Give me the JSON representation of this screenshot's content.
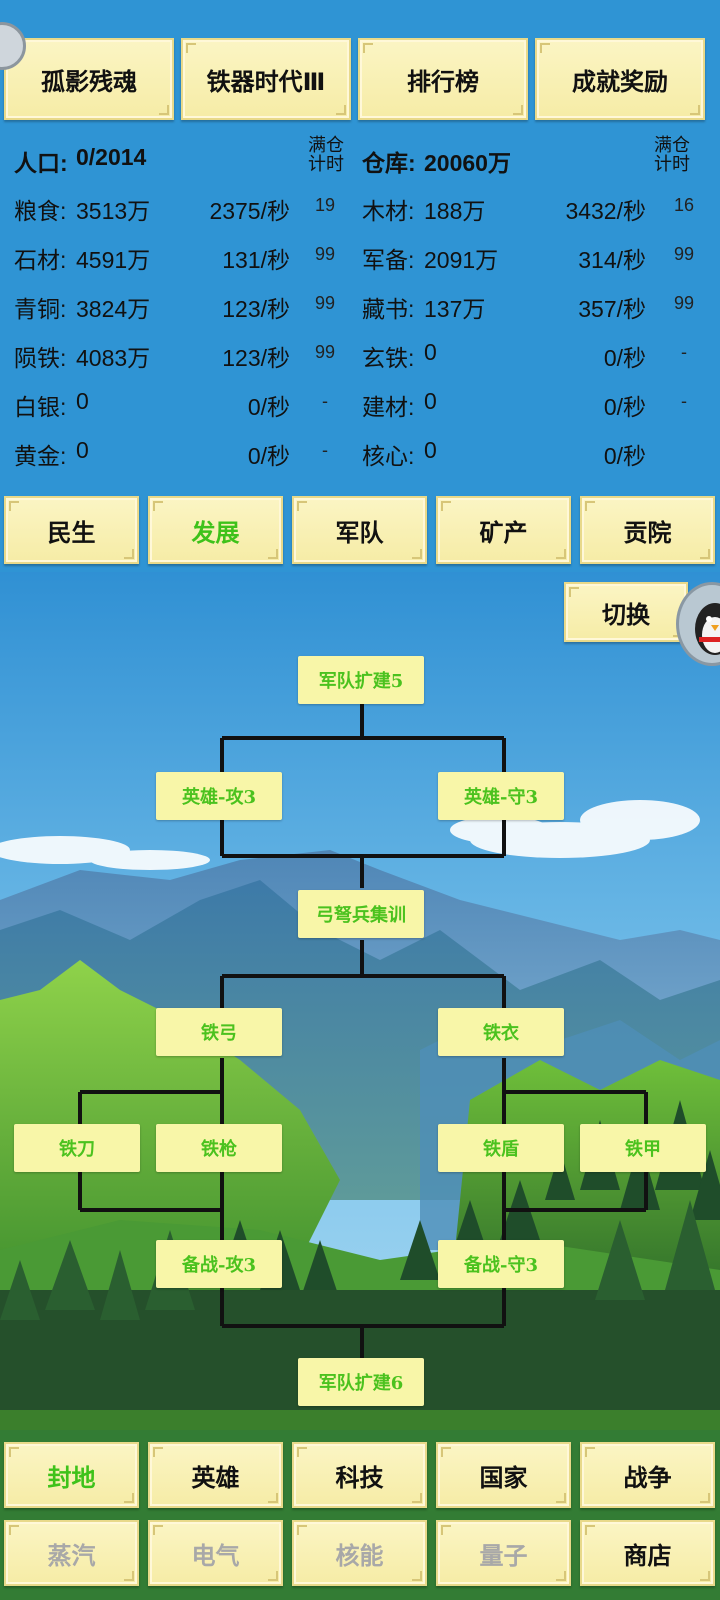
{
  "top_tabs": [
    "孤影残魂",
    "铁器时代Ⅲ",
    "排行榜",
    "成就奖励"
  ],
  "population": {
    "label": "人口:",
    "value": "0/2014"
  },
  "warehouse": {
    "label": "仓库:",
    "value": "20060万"
  },
  "full_timer_header": "满仓\n计时",
  "resources_left": [
    {
      "name": "粮食:",
      "amount": "3513万",
      "rate": "2375/秒",
      "timer": "19"
    },
    {
      "name": "石材:",
      "amount": "4591万",
      "rate": "131/秒",
      "timer": "99"
    },
    {
      "name": "青铜:",
      "amount": "3824万",
      "rate": "123/秒",
      "timer": "99"
    },
    {
      "name": "陨铁:",
      "amount": "4083万",
      "rate": "123/秒",
      "timer": "99"
    },
    {
      "name": "白银:",
      "amount": "0",
      "rate": "0/秒",
      "timer": "-"
    },
    {
      "name": "黄金:",
      "amount": "0",
      "rate": "0/秒",
      "timer": "-"
    }
  ],
  "resources_right": [
    {
      "name": "木材:",
      "amount": "188万",
      "rate": "3432/秒",
      "timer": "16"
    },
    {
      "name": "军备:",
      "amount": "2091万",
      "rate": "314/秒",
      "timer": "99"
    },
    {
      "name": "藏书:",
      "amount": "137万",
      "rate": "357/秒",
      "timer": "99"
    },
    {
      "name": "玄铁:",
      "amount": "0",
      "rate": "0/秒",
      "timer": "-"
    },
    {
      "name": "建材:",
      "amount": "0",
      "rate": "0/秒",
      "timer": "-"
    },
    {
      "name": "核心:",
      "amount": "0",
      "rate": "0/秒",
      "timer": ""
    }
  ],
  "category_tabs": [
    {
      "label": "民生",
      "state": "normal"
    },
    {
      "label": "发展",
      "state": "active"
    },
    {
      "label": "军队",
      "state": "normal"
    },
    {
      "label": "矿产",
      "state": "normal"
    },
    {
      "label": "贡院",
      "state": "normal"
    }
  ],
  "switch_button": "切换",
  "tree_nodes": {
    "expand5": "军队扩建5",
    "hero_atk": "英雄-攻3",
    "hero_def": "英雄-守3",
    "crossbow": "弓弩兵集训",
    "iron_bow": "铁弓",
    "iron_coat": "铁衣",
    "iron_blade": "铁刀",
    "iron_spear": "铁枪",
    "iron_shield": "铁盾",
    "iron_armor": "铁甲",
    "prep_atk": "备战-攻3",
    "prep_def": "备战-守3",
    "expand6": "军队扩建6"
  },
  "bottom_row1": [
    {
      "label": "封地",
      "state": "active"
    },
    {
      "label": "英雄",
      "state": "normal"
    },
    {
      "label": "科技",
      "state": "normal"
    },
    {
      "label": "国家",
      "state": "normal"
    },
    {
      "label": "战争",
      "state": "normal"
    }
  ],
  "bottom_row2": [
    {
      "label": "蒸汽",
      "state": "disabled"
    },
    {
      "label": "电气",
      "state": "disabled"
    },
    {
      "label": "核能",
      "state": "disabled"
    },
    {
      "label": "量子",
      "state": "disabled"
    },
    {
      "label": "商店",
      "state": "normal"
    }
  ],
  "colors": {
    "accent_green": "#3ec21a",
    "disabled_gray": "#a8a8a8",
    "button_bg": "#f8f0b4",
    "header_blue": "#2f94d4"
  }
}
